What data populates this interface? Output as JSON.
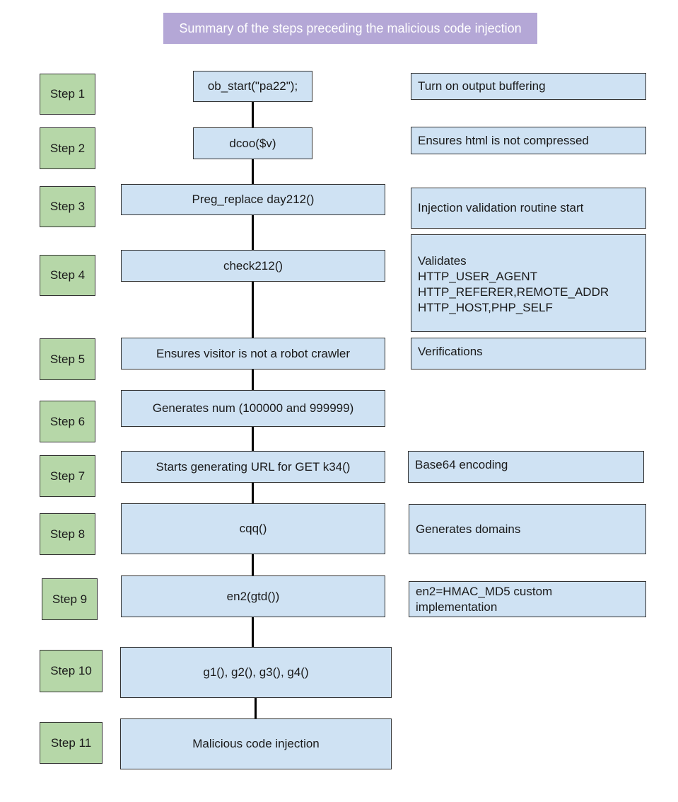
{
  "title": "Summary of the steps preceding the malicious code injection",
  "steps": [
    "Step 1",
    "Step 2",
    "Step 3",
    "Step 4",
    "Step 5",
    "Step 6",
    "Step 7",
    "Step 8",
    "Step 9",
    "Step 10",
    "Step 11"
  ],
  "flow": [
    "ob_start(\"pa22\");",
    "dcoo($v)",
    "Preg_replace day212()",
    "check212()",
    "Ensures visitor is not a robot crawler",
    "Generates num (100000 and 999999)",
    "Starts generating URL for GET k34()",
    "cqq()",
    "en2(gtd())",
    "g1(), g2(), g3(), g4()",
    "Malicious code injection"
  ],
  "notes": {
    "n1": "Turn on output buffering",
    "n2": "Ensures html is not compressed",
    "n3": "Injection validation routine start",
    "n4": [
      "Validates",
      "HTTP_USER_AGENT",
      "HTTP_REFERER,REMOTE_ADDR",
      "HTTP_HOST,PHP_SELF"
    ],
    "n5": "Verifications",
    "n7": "Base64 encoding",
    "n8": "Generates domains",
    "n9": [
      "en2=HMAC_MD5 custom",
      "implementation"
    ]
  },
  "colors": {
    "title_bg": "#b4a7d6",
    "step_bg": "#b6d7a8",
    "box_bg": "#cfe2f3"
  }
}
